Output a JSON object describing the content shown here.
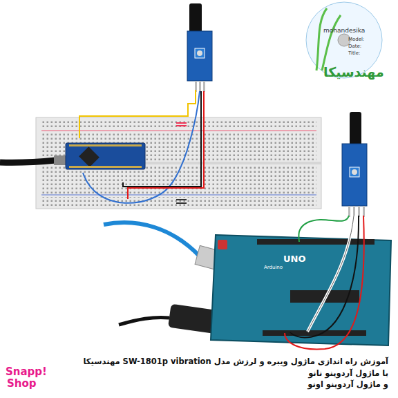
{
  "diagram": {
    "caption": "آموزش راه اندازی  ماژول ویبره و لرزش مدل  SW-1801p vibration مهندسیکا",
    "nodes": [
      {
        "text": [
          "mohandesika",
          "Model:",
          "Date:",
          "Title:",
          "مهندسیکا"
        ]
      },
      {
        "text": [
          "UNO",
          "Arduino"
        ]
      }
    ],
    "labels": [
      "با ماژول آردوینو نانو",
      "و ماژول آردوینو اونو",
      "Snapp!",
      "Shop"
    ]
  }
}
